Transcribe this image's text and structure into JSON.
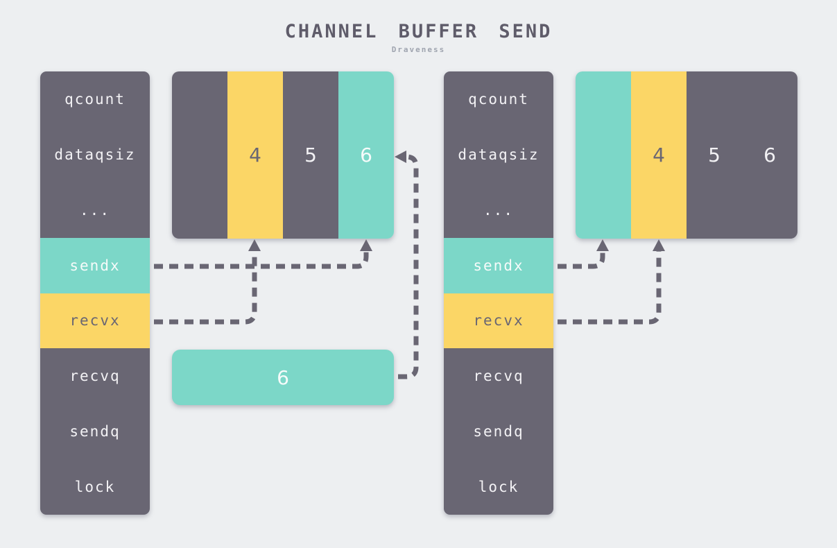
{
  "title": "CHANNEL BUFFER SEND",
  "subtitle": "Draveness",
  "palette": {
    "background": "#edeff1",
    "dark": "#696673",
    "teal": "#7cd7c8",
    "yellow": "#fbd666",
    "light_text": "#f3f2f5",
    "title_text": "#5f5c6a",
    "subtitle_text": "#9fa4af"
  },
  "left_struct": {
    "fields": [
      {
        "label": "qcount",
        "highlight": "dark"
      },
      {
        "label": "dataqsiz",
        "highlight": "dark"
      },
      {
        "label": "...",
        "highlight": "dark"
      },
      {
        "label": "sendx",
        "highlight": "teal"
      },
      {
        "label": "recvx",
        "highlight": "yellow"
      },
      {
        "label": "recvq",
        "highlight": "dark"
      },
      {
        "label": "sendq",
        "highlight": "dark"
      },
      {
        "label": "lock",
        "highlight": "dark"
      }
    ]
  },
  "right_struct": {
    "fields": [
      {
        "label": "qcount",
        "highlight": "dark"
      },
      {
        "label": "dataqsiz",
        "highlight": "dark"
      },
      {
        "label": "...",
        "highlight": "dark"
      },
      {
        "label": "sendx",
        "highlight": "teal"
      },
      {
        "label": "recvx",
        "highlight": "yellow"
      },
      {
        "label": "recvq",
        "highlight": "dark"
      },
      {
        "label": "sendq",
        "highlight": "dark"
      },
      {
        "label": "lock",
        "highlight": "dark"
      }
    ]
  },
  "left_buffer": {
    "cells": [
      {
        "value": "",
        "color": "dark"
      },
      {
        "value": "4",
        "color": "yellow"
      },
      {
        "value": "5",
        "color": "dark"
      },
      {
        "value": "6",
        "color": "teal"
      }
    ]
  },
  "right_buffer": {
    "cells": [
      {
        "value": "",
        "color": "teal"
      },
      {
        "value": "4",
        "color": "yellow"
      },
      {
        "value": "5",
        "color": "dark"
      },
      {
        "value": "6",
        "color": "dark"
      }
    ]
  },
  "value_box": {
    "value": "6",
    "color": "teal"
  },
  "arrows": [
    {
      "from": "left-struct-sendx",
      "to": "left-buffer-cell-3-bottom"
    },
    {
      "from": "left-struct-recvx",
      "to": "left-buffer-cell-1-bottom"
    },
    {
      "from": "value-box-right",
      "to": "left-buffer-cell-3-right"
    },
    {
      "from": "right-struct-sendx",
      "to": "right-buffer-cell-0-bottom"
    },
    {
      "from": "right-struct-recvx",
      "to": "right-buffer-cell-1-bottom"
    }
  ]
}
